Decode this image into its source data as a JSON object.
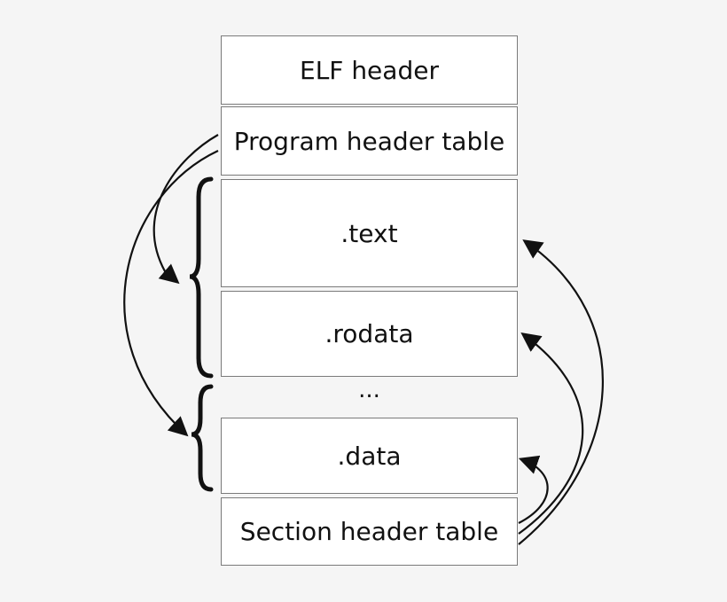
{
  "sections": [
    {
      "id": "elf-header",
      "label": "ELF header"
    },
    {
      "id": "program-header-table",
      "label": "Program header table"
    },
    {
      "id": "text",
      "label": ".text"
    },
    {
      "id": "rodata",
      "label": ".rodata"
    },
    {
      "id": "ellipsis",
      "label": "..."
    },
    {
      "id": "data",
      "label": ".data"
    },
    {
      "id": "section-header-table",
      "label": "Section header table"
    }
  ],
  "colors": {
    "background": "#f5f5f5",
    "box_fill": "#ffffff",
    "box_border": "#7a7a7a",
    "line": "#111111"
  }
}
